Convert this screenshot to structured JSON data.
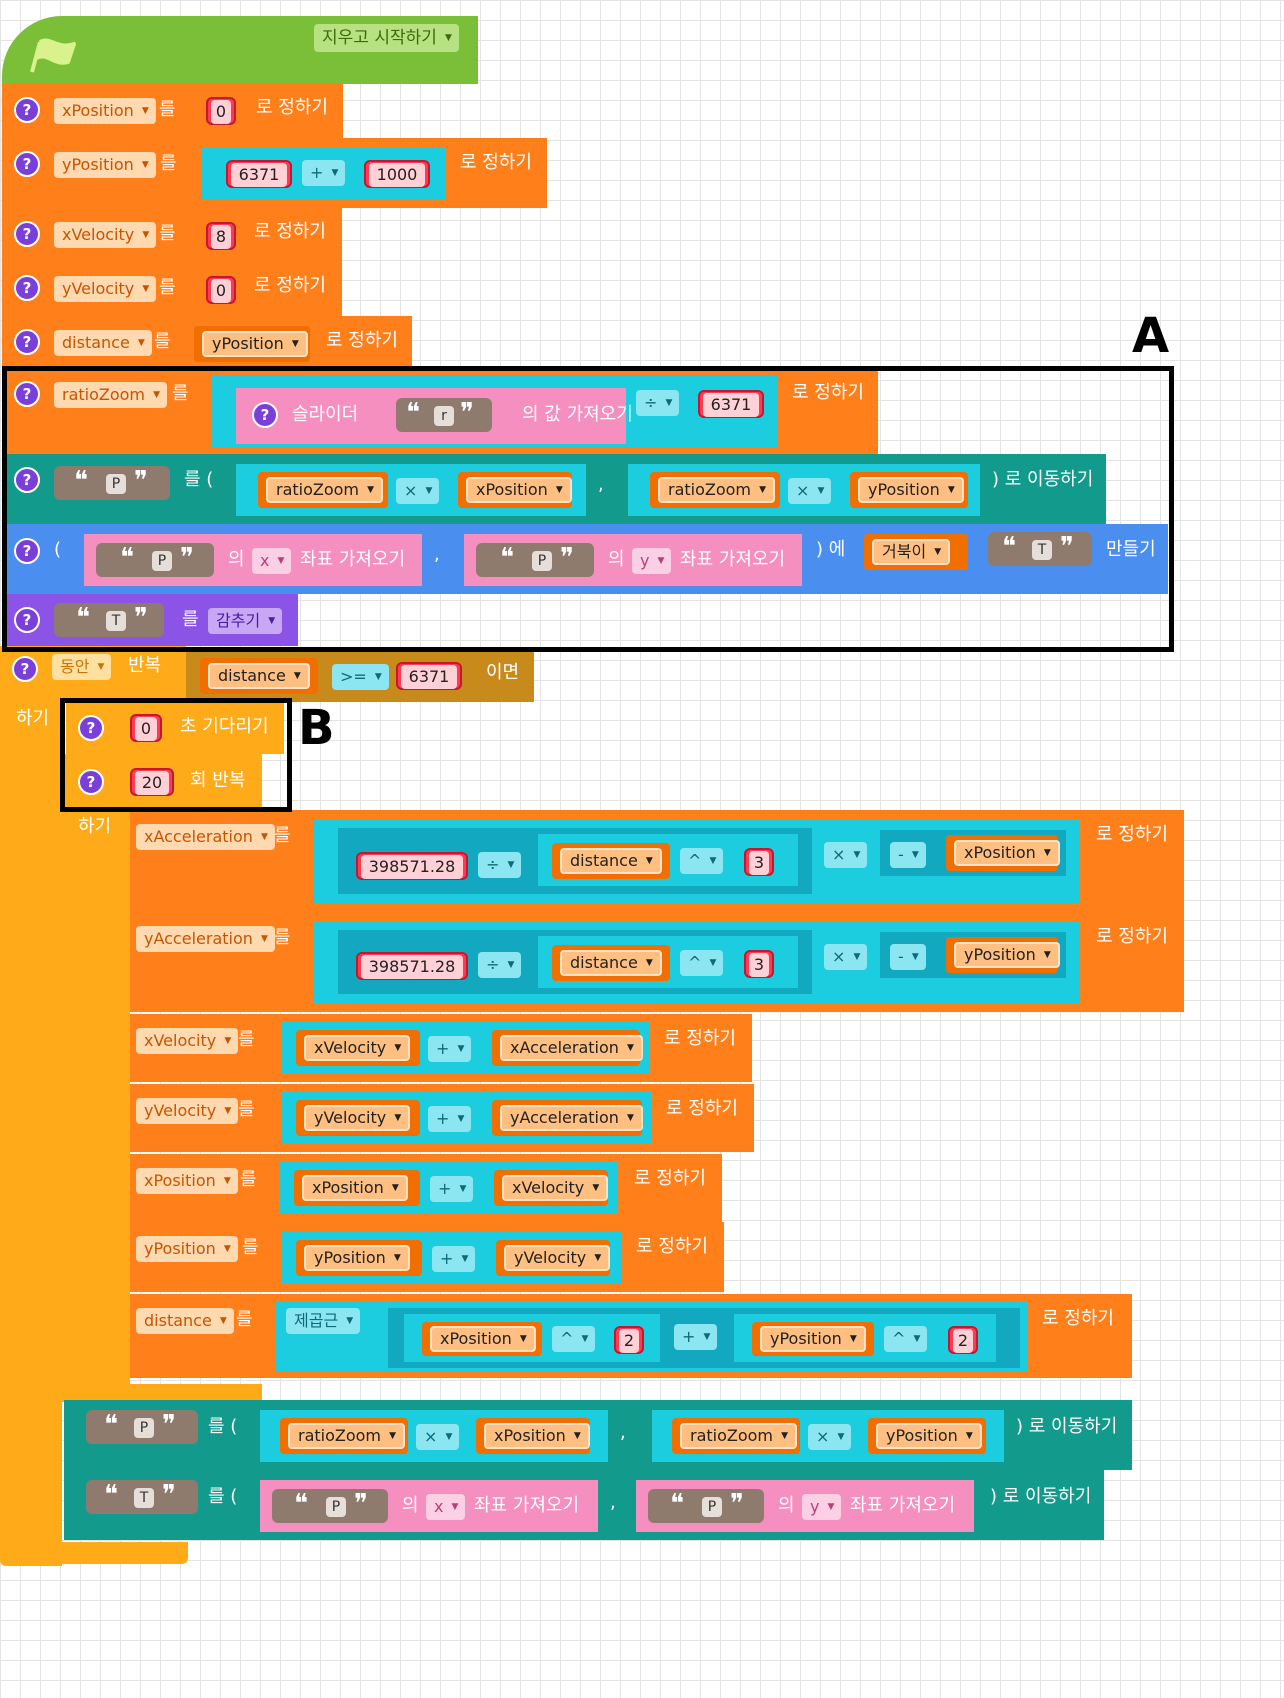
{
  "marker_a": "A",
  "marker_b": "B",
  "start_button": "지우고 시작하기",
  "flag_icon": "green-flag-icon",
  "help_glyph": "?",
  "lbl_reul": "를",
  "lbl_set": "로 정하기",
  "var_xPosition": "xPosition",
  "var_yPosition": "yPosition",
  "var_xVelocity": "xVelocity",
  "var_yVelocity": "yVelocity",
  "var_distance": "distance",
  "var_ratioZoom": "ratioZoom",
  "var_xAcceleration": "xAcceleration",
  "var_yAcceleration": "yAcceleration",
  "num_0": "0",
  "num_8": "8",
  "num_6371": "6371",
  "num_1000": "1000",
  "num_20": "20",
  "num_3": "3",
  "num_2": "2",
  "num_gm": "398571.28",
  "op_plus": "+",
  "op_times": "×",
  "op_div": "÷",
  "op_pow": "^",
  "op_minus": "-",
  "op_gte": ">=",
  "slider_label": "슬라이더",
  "slider_value": "의 값 가져오기",
  "str_r": "r",
  "str_P": "P",
  "str_T": "T",
  "move_open": "를 (",
  "comma": ",",
  "move_close": ") 로 이동하기",
  "open_paren": "(",
  "of_label": "의",
  "coord_x": "x",
  "coord_y": "y",
  "coord_get": "좌표 가져오기",
  "make_at": ") 에",
  "turtle_opt": "거북이",
  "make_label": "만들기",
  "hide_opt": "감추기",
  "while_opt": "동안",
  "repeat_label": "반복",
  "if_label": "이면",
  "do_label": "하기",
  "wait_label": "초 기다리기",
  "repeat_times": "회 반복",
  "sqrt_opt": "제곱근"
}
